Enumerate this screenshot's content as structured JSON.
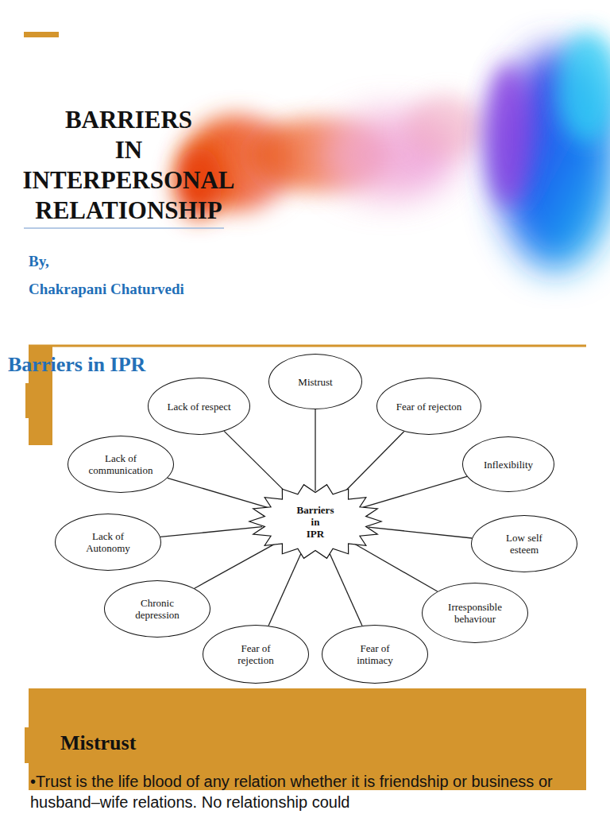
{
  "diagram": {
    "title": "BARRIERS IN INTERPERSONAL RELATIONSHIP",
    "nodes": [
      {
        "text": [
          "Barriers in IPR"
        ]
      },
      {
        "text": [
          "Mistrust"
        ]
      },
      {
        "text": [
          "Fear of rejecton"
        ]
      },
      {
        "text": [
          "Inflexibility"
        ]
      },
      {
        "text": [
          "Low self esteem"
        ]
      },
      {
        "text": [
          "Irresponsible behaviour"
        ]
      },
      {
        "text": [
          "Fear of intimacy"
        ]
      },
      {
        "text": [
          "Fear of rejection"
        ]
      },
      {
        "text": [
          "Chronic depression"
        ]
      },
      {
        "text": [
          "Lack of Autonomy"
        ]
      },
      {
        "text": [
          "Lack of communication"
        ]
      },
      {
        "text": [
          "Lack of respect"
        ]
      }
    ],
    "edges": [
      {
        "from": 0,
        "to": 1,
        "arrow": "none"
      },
      {
        "from": 0,
        "to": 2,
        "arrow": "none"
      },
      {
        "from": 0,
        "to": 3,
        "arrow": "none"
      },
      {
        "from": 0,
        "to": 4,
        "arrow": "none"
      },
      {
        "from": 0,
        "to": 5,
        "arrow": "none"
      },
      {
        "from": 0,
        "to": 6,
        "arrow": "none"
      },
      {
        "from": 0,
        "to": 7,
        "arrow": "none"
      },
      {
        "from": 0,
        "to": 8,
        "arrow": "none"
      },
      {
        "from": 0,
        "to": 9,
        "arrow": "none"
      },
      {
        "from": 0,
        "to": 10,
        "arrow": "none"
      },
      {
        "from": 0,
        "to": 11,
        "arrow": "none"
      }
    ],
    "labels": [
      "By,",
      "Chakrapani Chaturvedi",
      "Barriers in IPR",
      "Mistrust",
      "•Trust is the life blood of any relation whether it is friendship or business or husband–wife relations. No relationship could"
    ]
  }
}
